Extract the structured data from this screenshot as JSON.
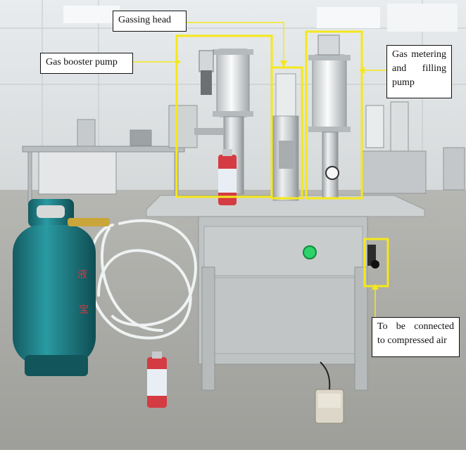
{
  "labels": {
    "gassing_head": "Gassing head",
    "gas_booster_pump": "Gas booster pump",
    "gas_metering_line1": "Gas metering",
    "gas_metering_line2": "and filling",
    "gas_metering_line3": "pump",
    "compressed_air_line1": "To be connected",
    "compressed_air_line2": "to compressed air"
  },
  "colors": {
    "highlight_box": "#f5e81a",
    "machine_steel": "#c9cdcf",
    "gas_cylinder": "#1f7f86",
    "floor": "#a6a7a2",
    "wall": "#dde2e4"
  },
  "icons": {
    "status_light": "green-indicator-light-icon",
    "foot_pedal": "foot-pedal-icon"
  }
}
